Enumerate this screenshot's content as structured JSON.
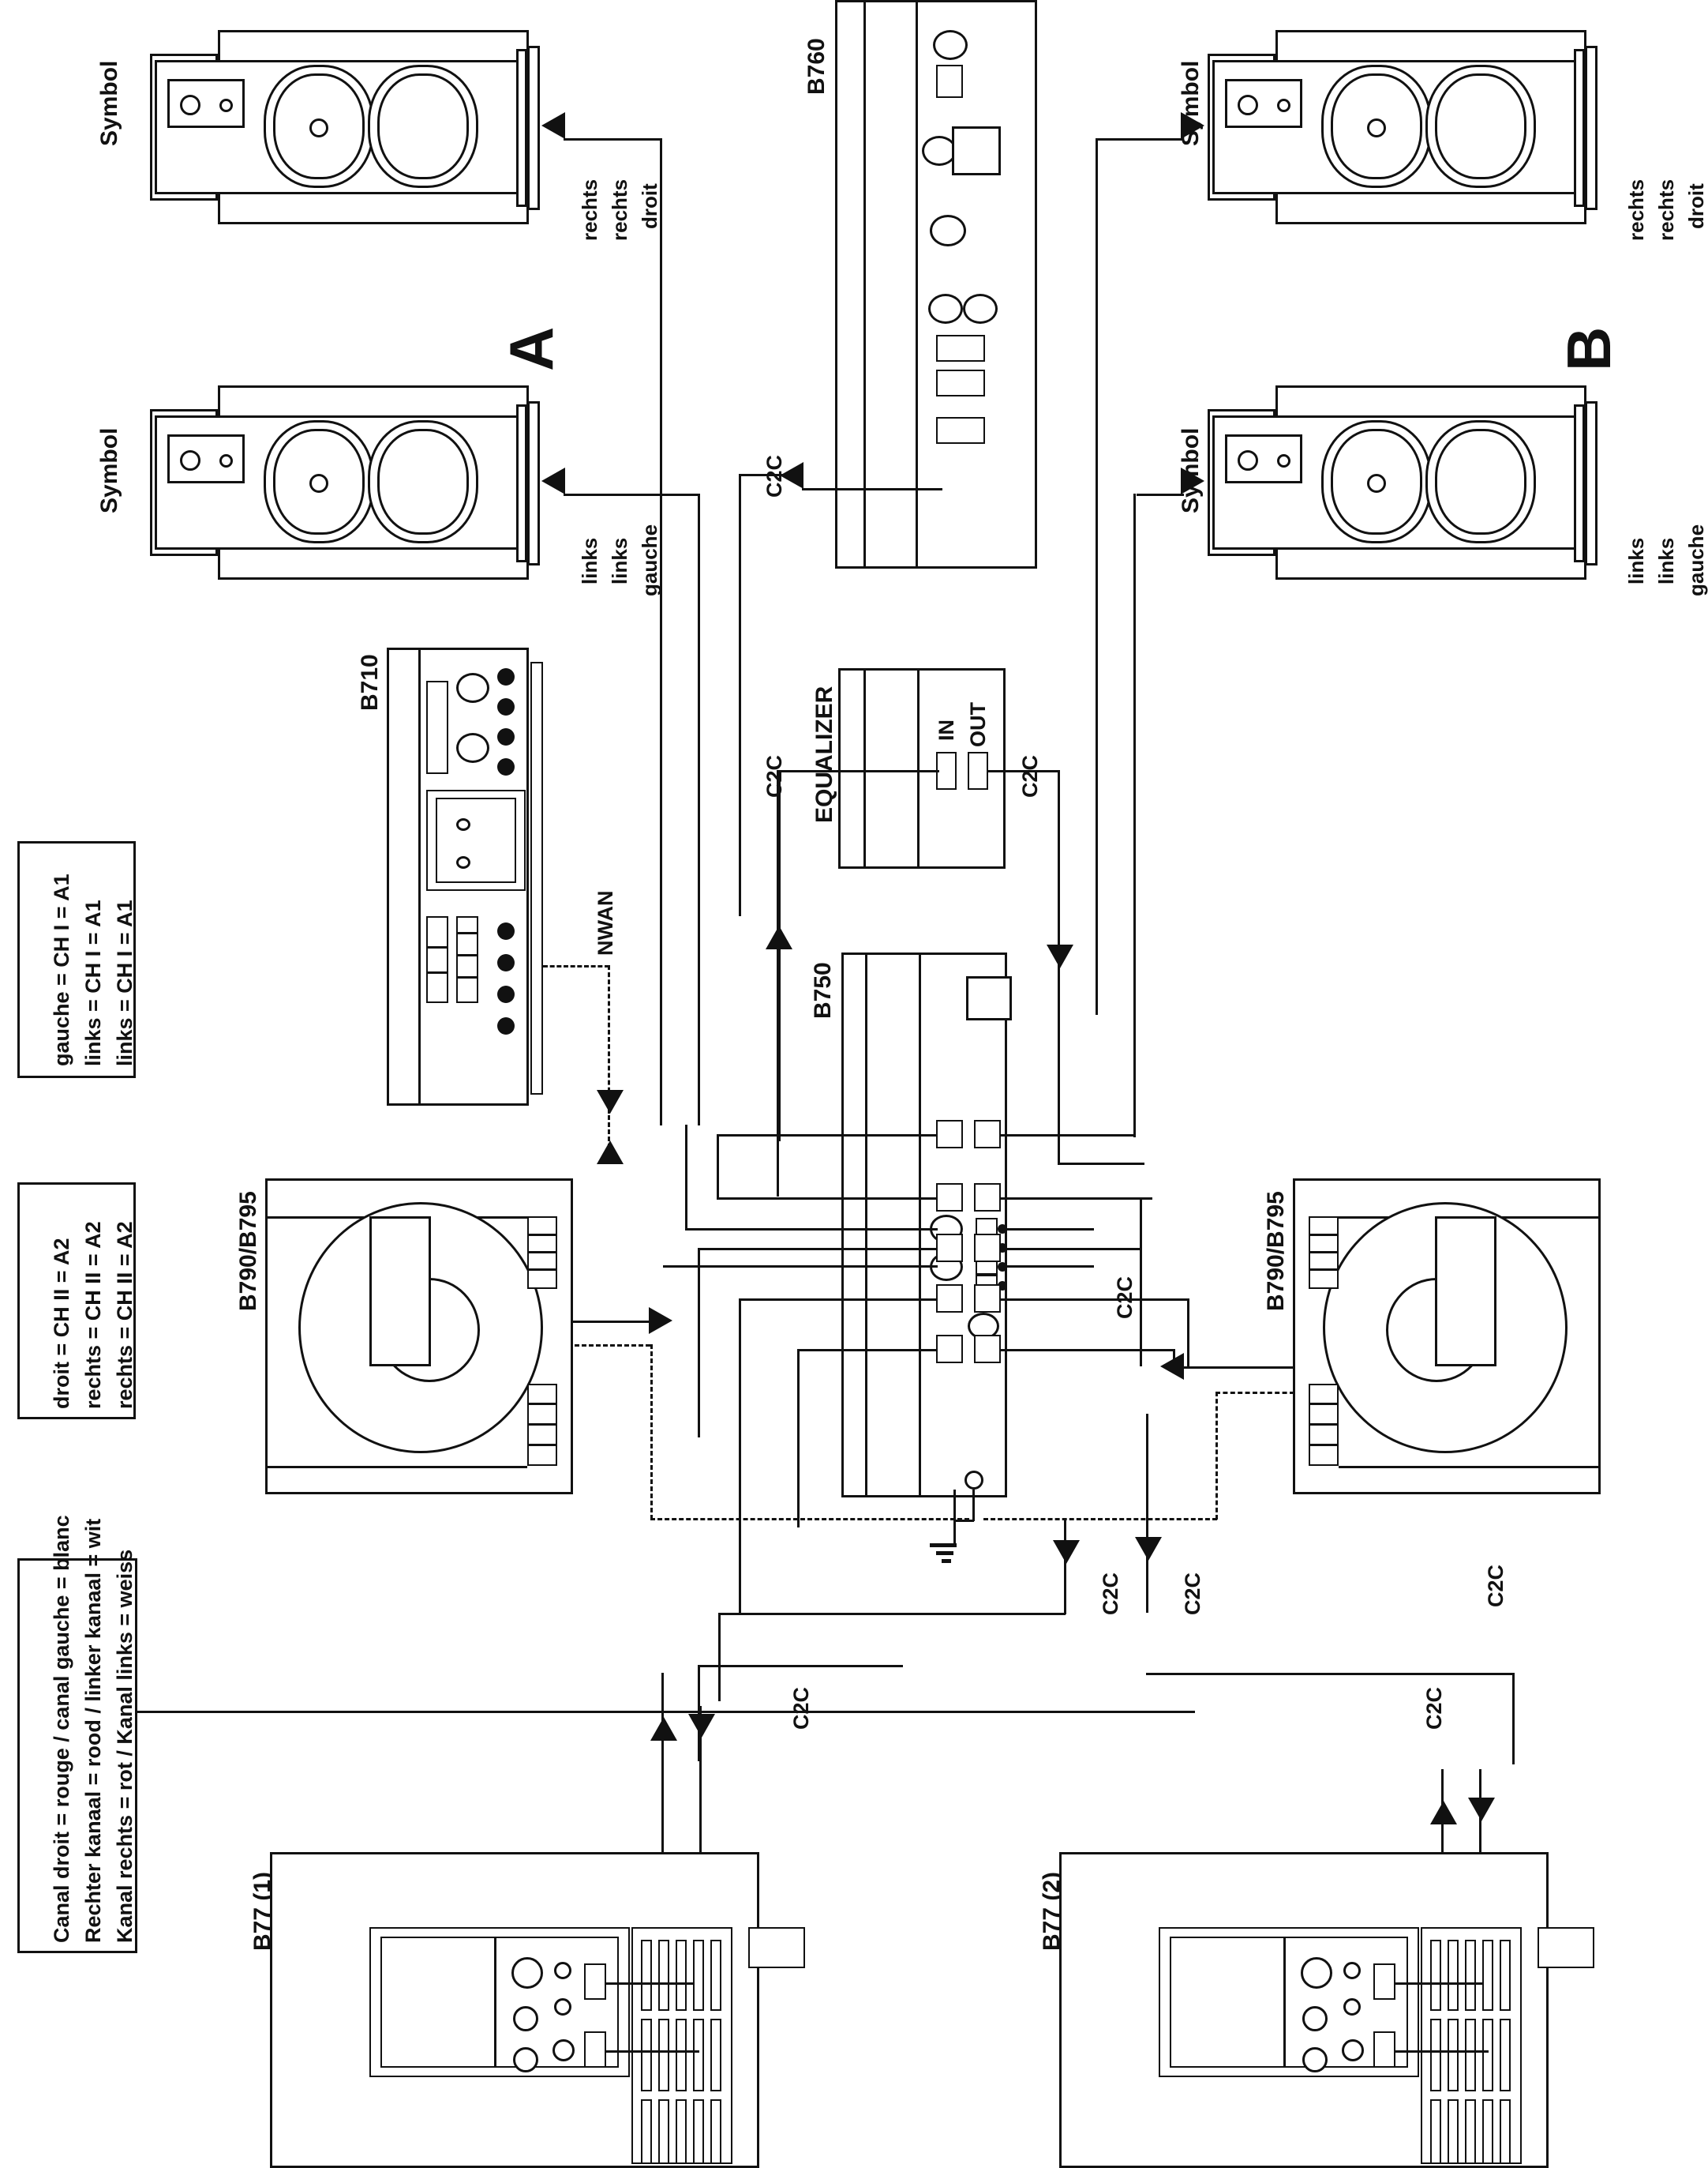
{
  "diagram": {
    "title": "Hi-Fi system interconnection diagram",
    "orientation": "rotated-90",
    "zones": {
      "a": "A",
      "b": "B"
    }
  },
  "legends": [
    {
      "id": "legend-ch1",
      "rows": [
        {
          "lang": "de",
          "term": "links",
          "eq1": "=",
          "channel": "CH I",
          "eq2": "=",
          "code": "A1"
        },
        {
          "lang": "nl",
          "term": "links",
          "eq1": "=",
          "channel": "CH I",
          "eq2": "=",
          "code": "A1"
        },
        {
          "lang": "fr",
          "term": "gauche",
          "eq1": "=",
          "channel": "CH I",
          "eq2": "=",
          "code": "A1"
        }
      ],
      "lines": [
        "links    = CH I  = A1",
        "links    = CH I  = A1",
        "gauche = CH I  = A1"
      ]
    },
    {
      "id": "legend-ch2",
      "rows": [
        {
          "lang": "de",
          "term": "rechts",
          "eq1": "=",
          "channel": "CH II",
          "eq2": "=",
          "code": "A2"
        },
        {
          "lang": "nl",
          "term": "rechts",
          "eq1": "=",
          "channel": "CH II",
          "eq2": "=",
          "code": "A2"
        },
        {
          "lang": "fr",
          "term": "droit",
          "eq1": "=",
          "channel": "CH II",
          "eq2": "=",
          "code": "A2"
        }
      ],
      "lines": [
        "rechts = CH II = A2",
        "rechts = CH II = A2",
        "droit   = CH II = A2"
      ]
    },
    {
      "id": "legend-colours",
      "lines": [
        "Kanal rechts    = rot      / Kanal links        = weiss",
        "Rechter kanaal = rood   / linker kanaal     = wit",
        "Canal droit       = rouge / canal gauche   = blanc"
      ],
      "left_col": [
        "Kanal rechts",
        "Rechter kanaal",
        "Canal droit"
      ],
      "mid_col": [
        "= rot",
        "= rood",
        "= rouge"
      ],
      "slash_col": [
        "/ Kanal links",
        "/ linker kanaal",
        "/ canal gauche"
      ],
      "right_col": [
        "= weiss",
        "= wit",
        "= blanc"
      ]
    }
  ],
  "devices": [
    {
      "id": "speaker-a-right",
      "label": "Symbol",
      "kind": "loudspeaker",
      "zone": "A",
      "channel_label": [
        "rechts",
        "rechts",
        "droit"
      ]
    },
    {
      "id": "speaker-a-left",
      "label": "Symbol",
      "kind": "loudspeaker",
      "zone": "A",
      "channel_label": [
        "links",
        "links",
        "gauche"
      ]
    },
    {
      "id": "speaker-b-right",
      "label": "Symbol",
      "kind": "loudspeaker",
      "zone": "B",
      "channel_label": [
        "rechts",
        "rechts",
        "droit"
      ]
    },
    {
      "id": "speaker-b-left",
      "label": "Symbol",
      "kind": "loudspeaker",
      "zone": "B",
      "channel_label": [
        "links",
        "links",
        "gauche"
      ]
    },
    {
      "id": "tuner",
      "label": "B760",
      "kind": "tuner"
    },
    {
      "id": "cassette",
      "label": "B710",
      "kind": "cassette-deck"
    },
    {
      "id": "equalizer",
      "label": "EQUALIZER",
      "kind": "equalizer",
      "ports": [
        "IN",
        "OUT"
      ]
    },
    {
      "id": "amplifier",
      "label": "B750",
      "kind": "amplifier"
    },
    {
      "id": "turntable-1",
      "label": "B790/B795",
      "kind": "turntable"
    },
    {
      "id": "turntable-2",
      "label": "B790/B795",
      "kind": "turntable"
    },
    {
      "id": "tape-1",
      "label": "B77 (1)",
      "kind": "tape-recorder"
    },
    {
      "id": "tape-2",
      "label": "B77 (2)",
      "kind": "tape-recorder"
    }
  ],
  "wire_labels": {
    "c2c": "C2C",
    "nwan": "NWAN",
    "eq_in": "IN",
    "eq_out": "OUT",
    "occurrences_c2c": 8
  },
  "channel_tags": {
    "right": [
      "rechts",
      "rechts",
      "droit"
    ],
    "left": [
      "links",
      "links",
      "gauche"
    ]
  },
  "colors": {
    "ink": "#111111",
    "paper": "#ffffff"
  }
}
